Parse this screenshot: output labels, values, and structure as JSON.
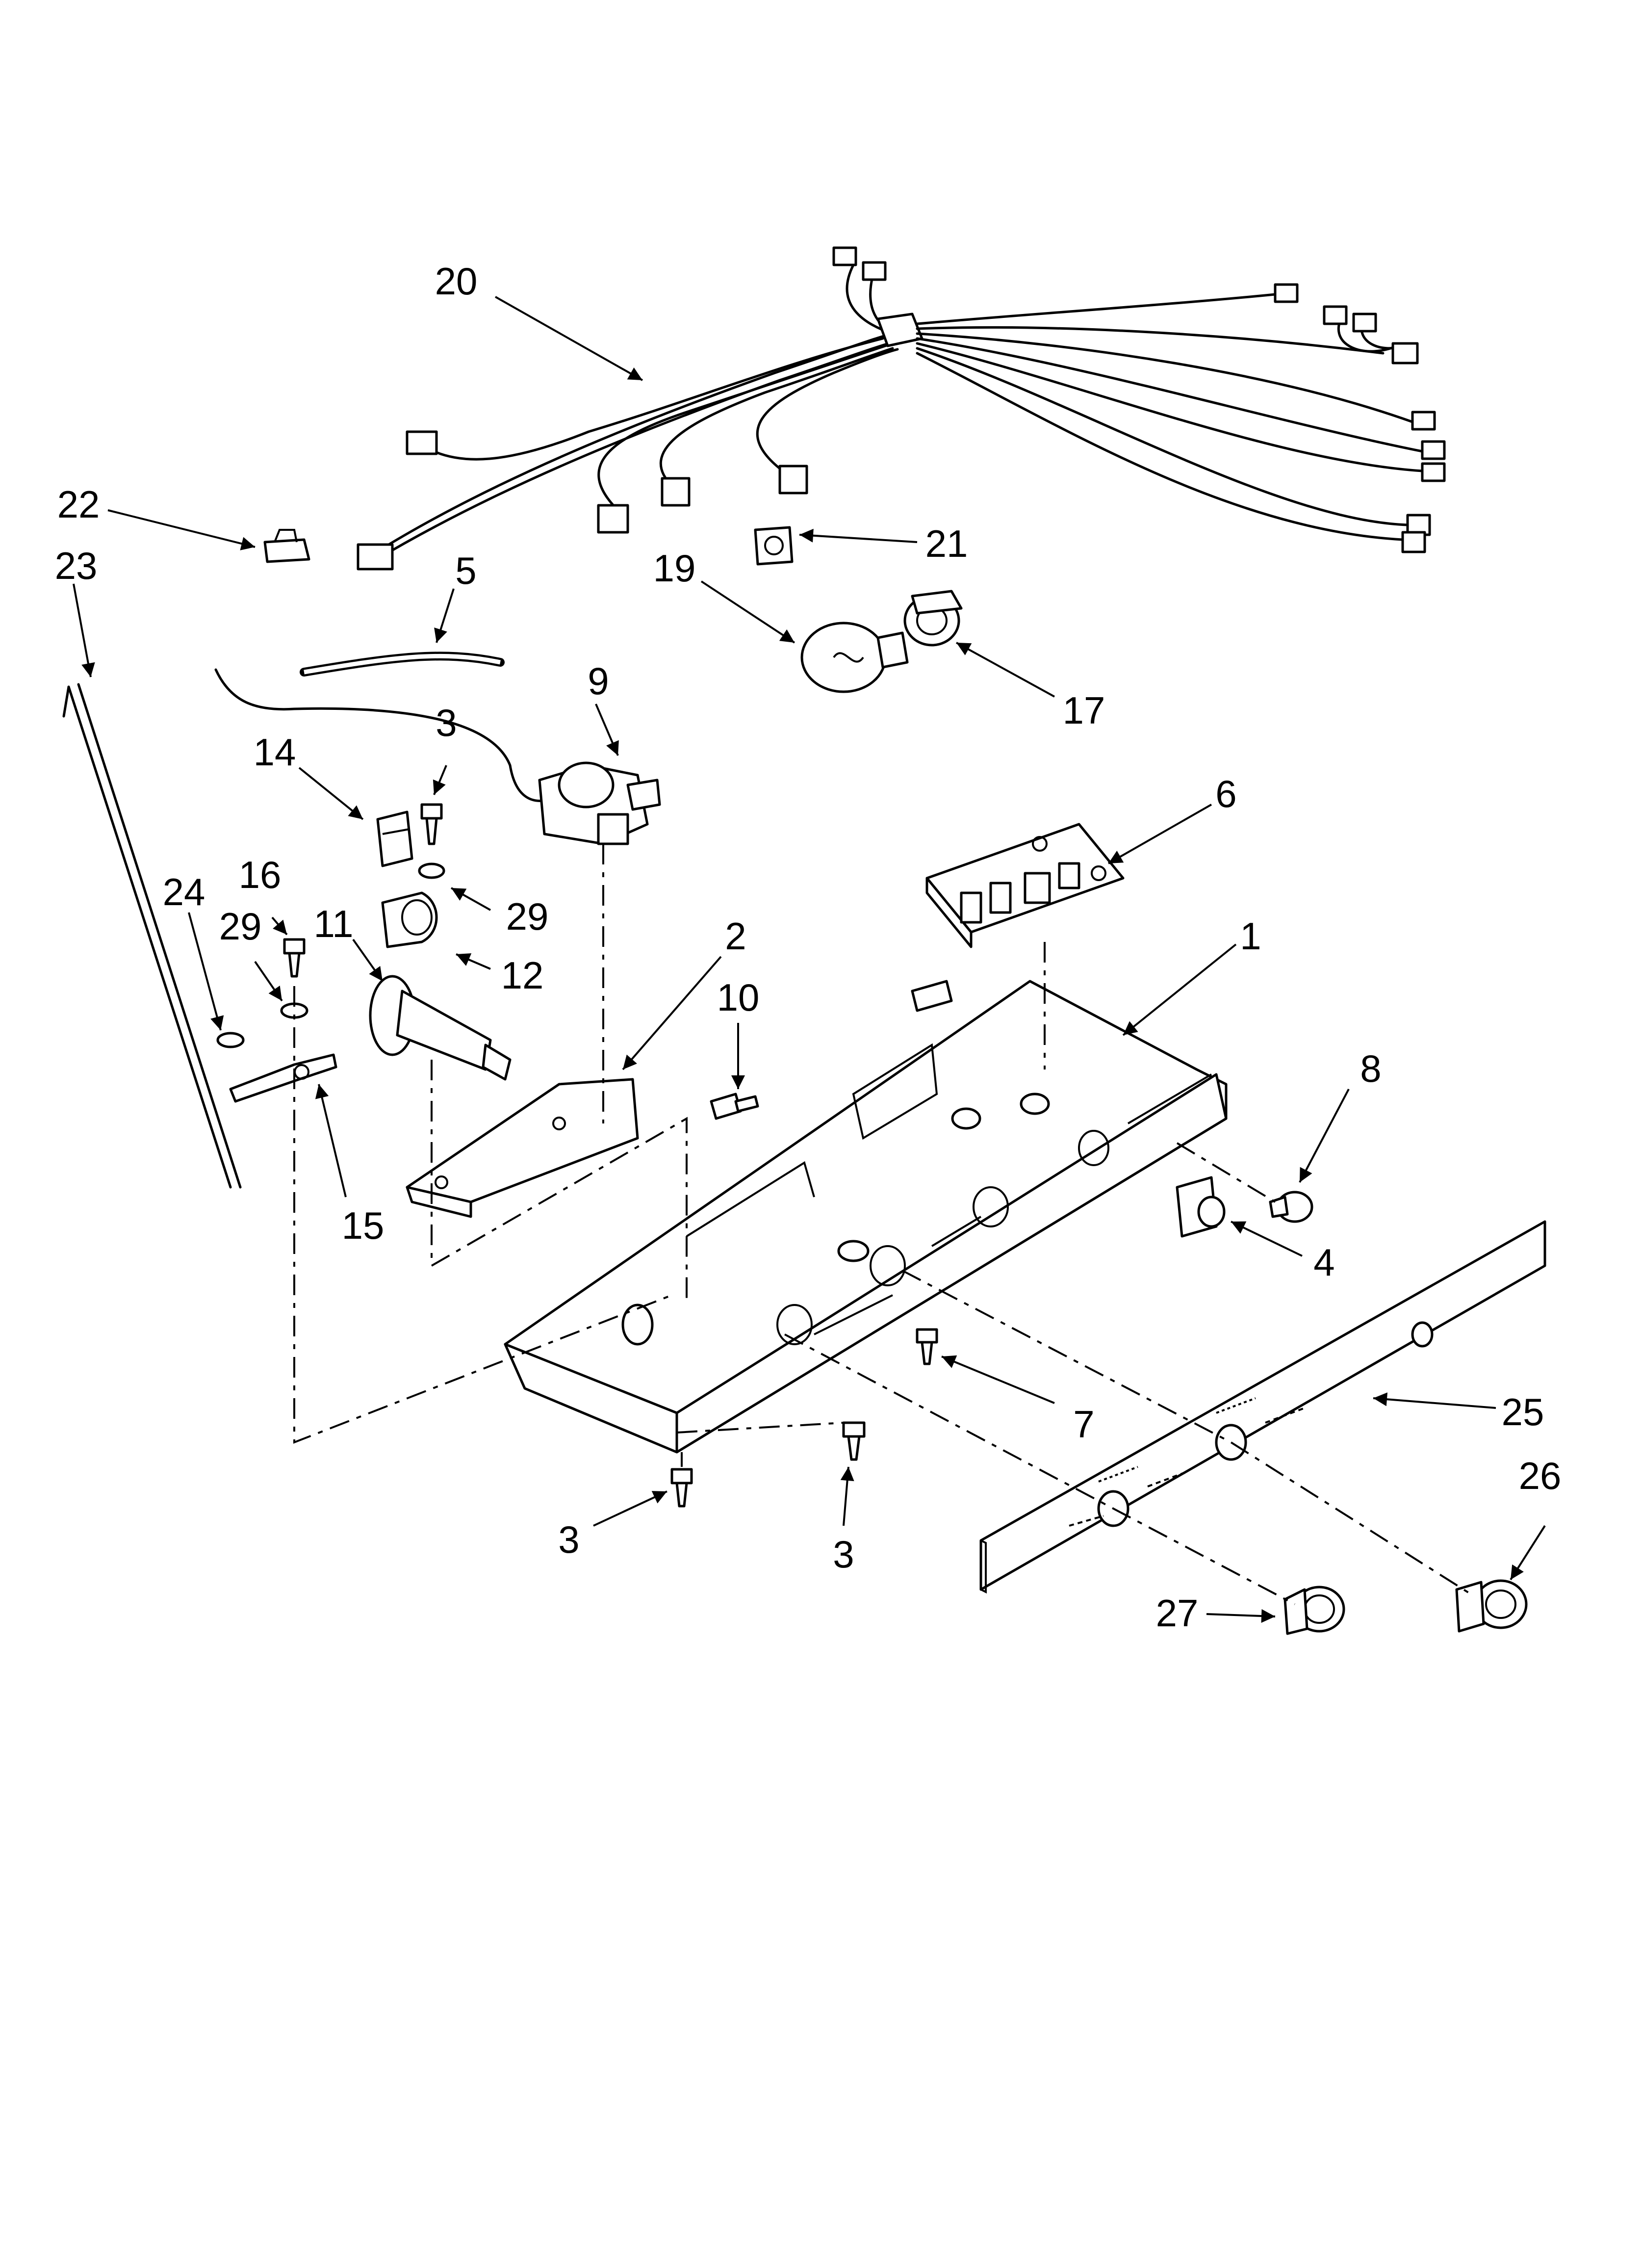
{
  "diagram": {
    "callouts": [
      {
        "id": "c1",
        "label": "1"
      },
      {
        "id": "c2",
        "label": "2"
      },
      {
        "id": "c3a",
        "label": "3"
      },
      {
        "id": "c3b",
        "label": "3"
      },
      {
        "id": "c3c",
        "label": "3"
      },
      {
        "id": "c4",
        "label": "4"
      },
      {
        "id": "c5",
        "label": "5"
      },
      {
        "id": "c6",
        "label": "6"
      },
      {
        "id": "c7",
        "label": "7"
      },
      {
        "id": "c8",
        "label": "8"
      },
      {
        "id": "c9",
        "label": "9"
      },
      {
        "id": "c10",
        "label": "10"
      },
      {
        "id": "c11",
        "label": "11"
      },
      {
        "id": "c12",
        "label": "12"
      },
      {
        "id": "c14",
        "label": "14"
      },
      {
        "id": "c15",
        "label": "15"
      },
      {
        "id": "c16",
        "label": "16"
      },
      {
        "id": "c17",
        "label": "17"
      },
      {
        "id": "c19",
        "label": "19"
      },
      {
        "id": "c20",
        "label": "20"
      },
      {
        "id": "c21",
        "label": "21"
      },
      {
        "id": "c22",
        "label": "22"
      },
      {
        "id": "c23",
        "label": "23"
      },
      {
        "id": "c24",
        "label": "24"
      },
      {
        "id": "c25",
        "label": "25"
      },
      {
        "id": "c26",
        "label": "26"
      },
      {
        "id": "c27",
        "label": "27"
      },
      {
        "id": "c29a",
        "label": "29"
      },
      {
        "id": "c29b",
        "label": "29"
      }
    ]
  }
}
